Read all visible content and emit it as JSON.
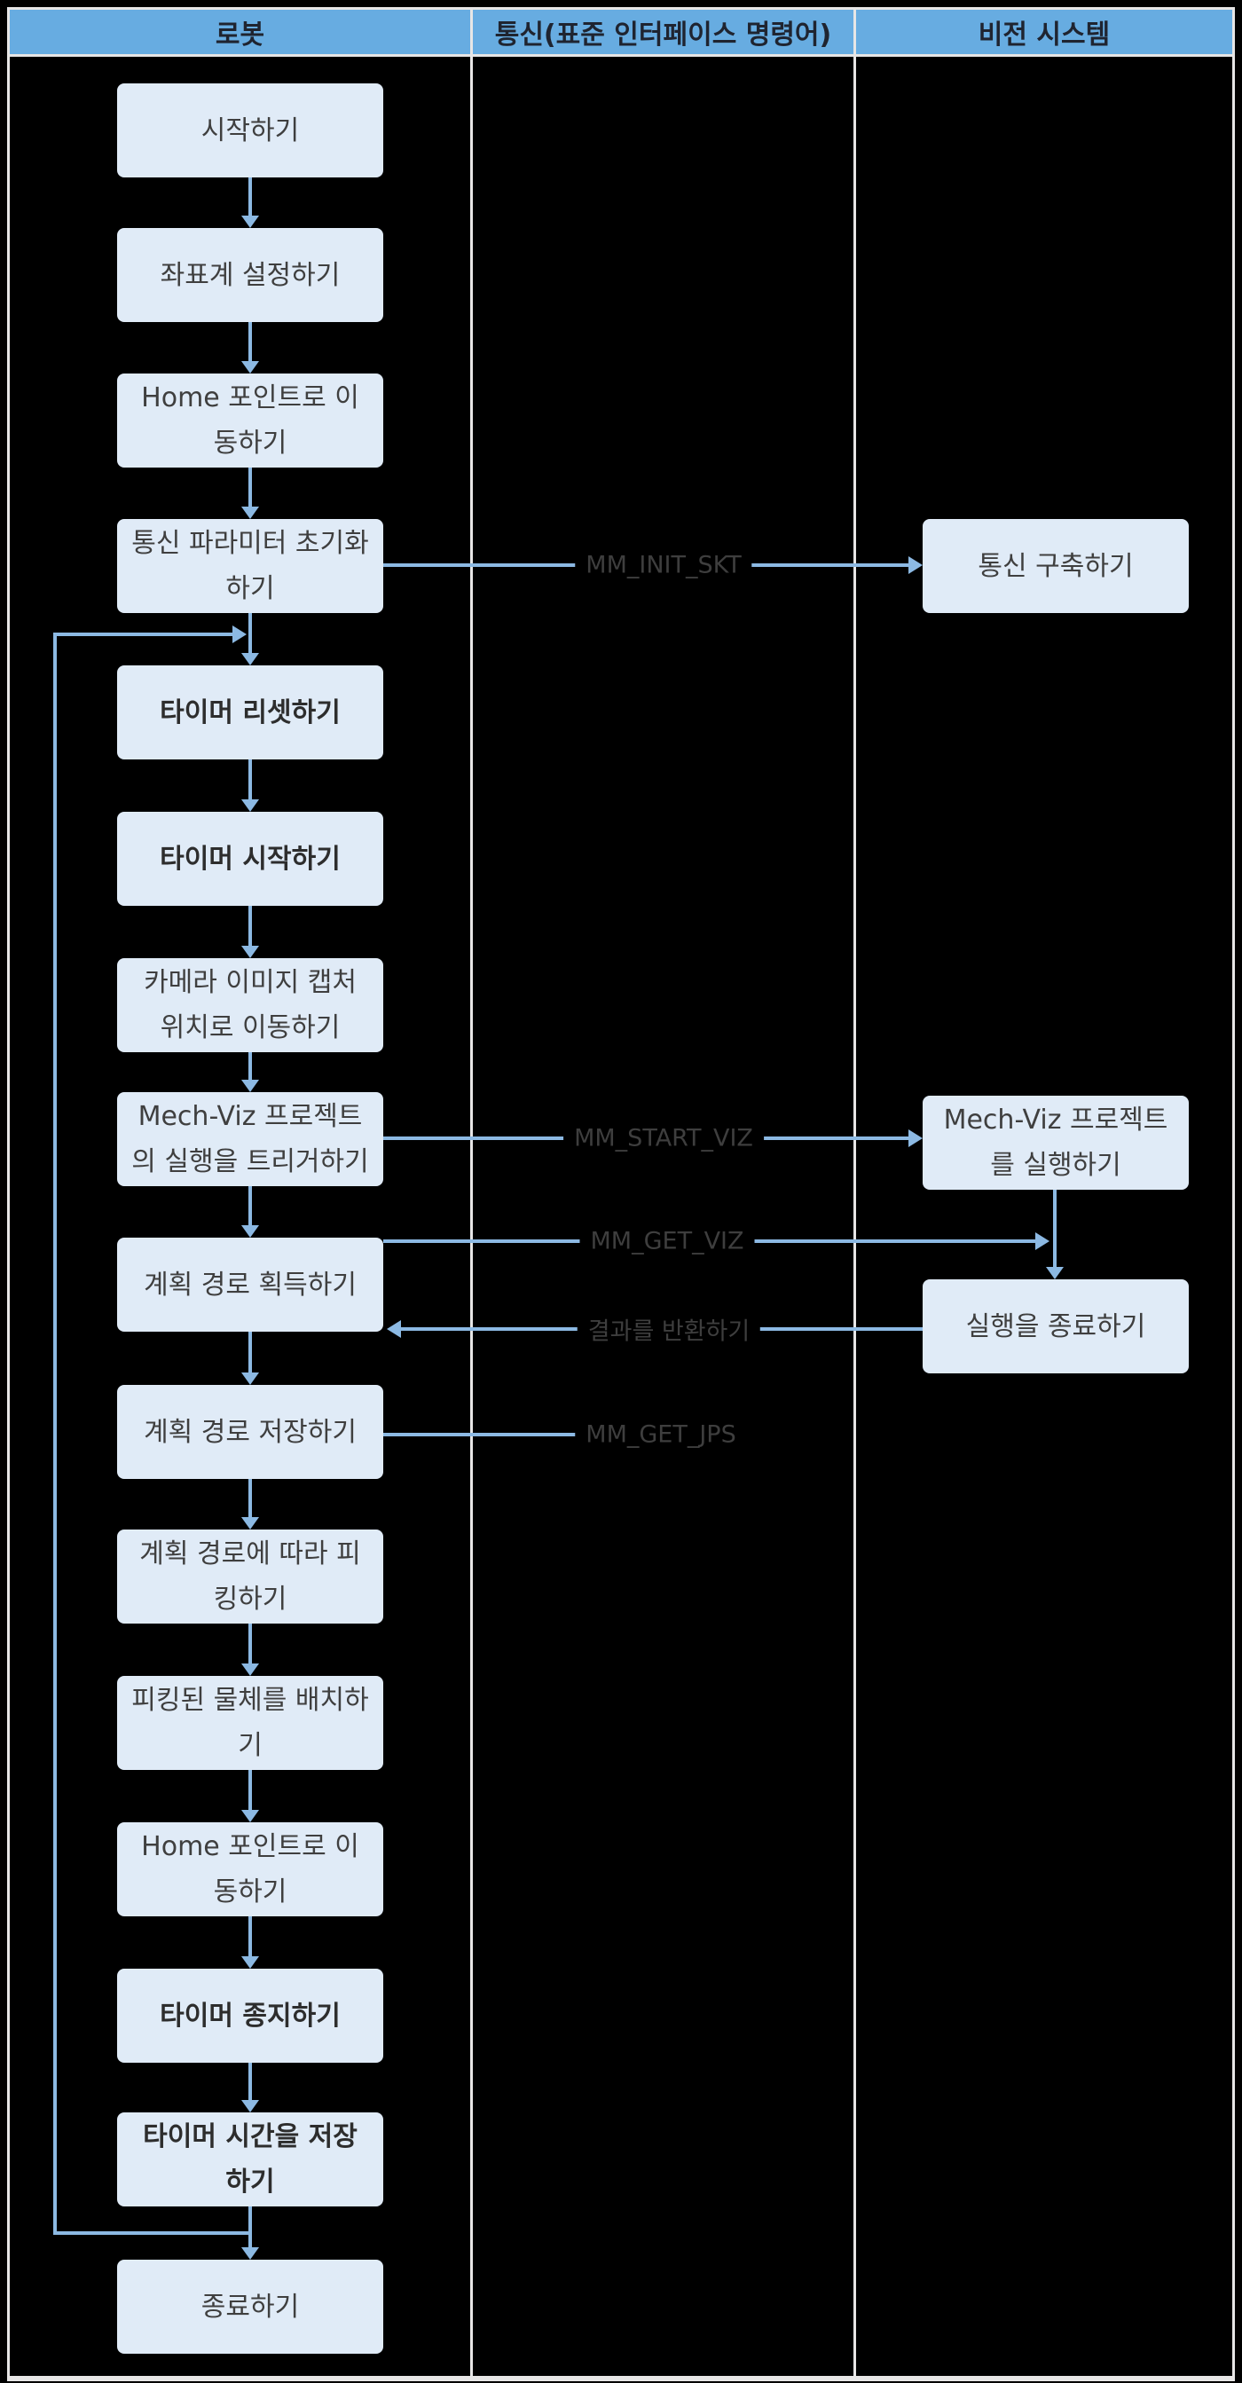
{
  "diagram": {
    "title_hint": "robot-vision communication flowchart",
    "header": {
      "robot": "로봇",
      "communication": "통신(표준 인터페이스 명령어)",
      "vision": "비전 시스템"
    },
    "robot_steps": [
      {
        "label": "시작하기",
        "bold": false
      },
      {
        "label": "좌표계 설정하기",
        "bold": false
      },
      {
        "label": "Home 포인트로 이동하기",
        "bold": false
      },
      {
        "label": "통신 파라미터 초기화하기",
        "bold": false
      },
      {
        "label": "타이머 리셋하기",
        "bold": true
      },
      {
        "label": "타이머 시작하기",
        "bold": true
      },
      {
        "label": "카메라 이미지 캡처 위치로 이동하기",
        "bold": false
      },
      {
        "label": "Mech-Viz 프로젝트의 실행을 트리거하기",
        "bold": false
      },
      {
        "label": "계획 경로 획득하기",
        "bold": false
      },
      {
        "label": "계획 경로 저장하기",
        "bold": false
      },
      {
        "label": "계획 경로에 따라 피킹하기",
        "bold": false
      },
      {
        "label": "피킹된 물체를 배치하기",
        "bold": false
      },
      {
        "label": "Home 포인트로 이동하기",
        "bold": false
      },
      {
        "label": "타이머 종지하기",
        "bold": true
      },
      {
        "label": "타이머 시간을 저장하기",
        "bold": true
      },
      {
        "label": "종료하기",
        "bold": false
      }
    ],
    "vision_steps": [
      {
        "label": "통신 구축하기"
      },
      {
        "label": "Mech-Viz 프로젝트를 실행하기"
      },
      {
        "label": "실행을 종료하기"
      }
    ],
    "messages": [
      {
        "label": "MM_INIT_SKT"
      },
      {
        "label": "MM_START_VIZ"
      },
      {
        "label": "MM_GET_VIZ"
      },
      {
        "label": "결과를 반환하기"
      },
      {
        "label": "MM_GET_JPS"
      }
    ],
    "colors": {
      "background": "#000000",
      "header_fill": "#67ACE1",
      "box_fill": "#E0EBF7",
      "arrow": "#8CB9E3",
      "frame_line": "#E7E6E6",
      "box_text": "#3F3F3F",
      "message_text": "#3E3E3E"
    }
  }
}
